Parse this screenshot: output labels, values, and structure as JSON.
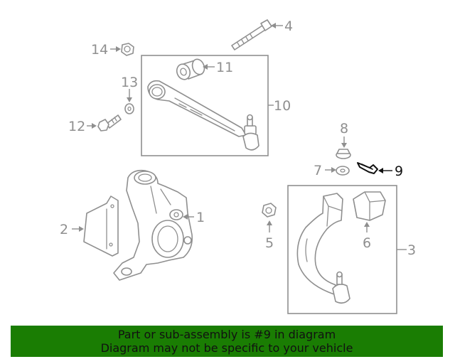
{
  "callouts": {
    "c1": "1",
    "c2": "2",
    "c3": "3",
    "c4": "4",
    "c5": "5",
    "c6": "6",
    "c7": "7",
    "c8": "8",
    "c9": "9",
    "c10": "10",
    "c11": "11",
    "c12": "12",
    "c13": "13",
    "c14": "14"
  },
  "highlighted_part": "9",
  "colors": {
    "line_gray": "#8f8f8f",
    "highlight": "#111111",
    "banner_bg": "#1a7d03"
  },
  "banner": {
    "line1": "Part or sub-assembly is #9 in diagram",
    "line2": "Diagram may not be specific to your vehicle"
  }
}
